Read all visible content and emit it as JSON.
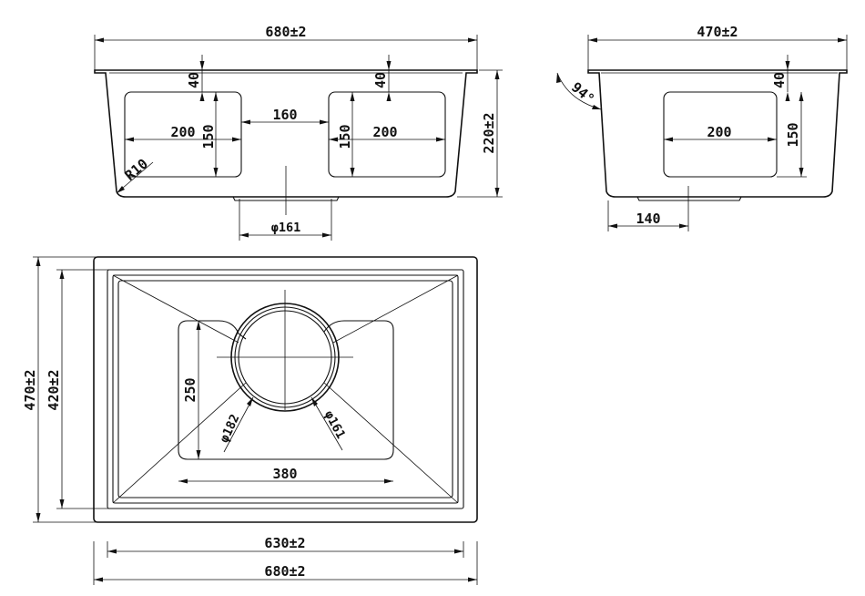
{
  "side_view": {
    "overall_width": "680±2",
    "depth_left": "40",
    "depth_right": "40",
    "width_left": "200",
    "width_right": "200",
    "height_left": "150",
    "height_right": "150",
    "spacing": "160",
    "height_total": "220±2",
    "radius": "R10",
    "drain": "φ161"
  },
  "end_view": {
    "overall_width": "470±2",
    "angle": "94°",
    "depth": "40",
    "width": "200",
    "height": "150",
    "drain_offset": "140"
  },
  "top_view": {
    "outer_height": "470±2",
    "inner_height": "420±2",
    "recess_height": "250",
    "recess_width": "380",
    "drain_outer": "φ182",
    "drain_inner": "φ161",
    "inner_width": "630±2",
    "outer_width": "680±2"
  }
}
